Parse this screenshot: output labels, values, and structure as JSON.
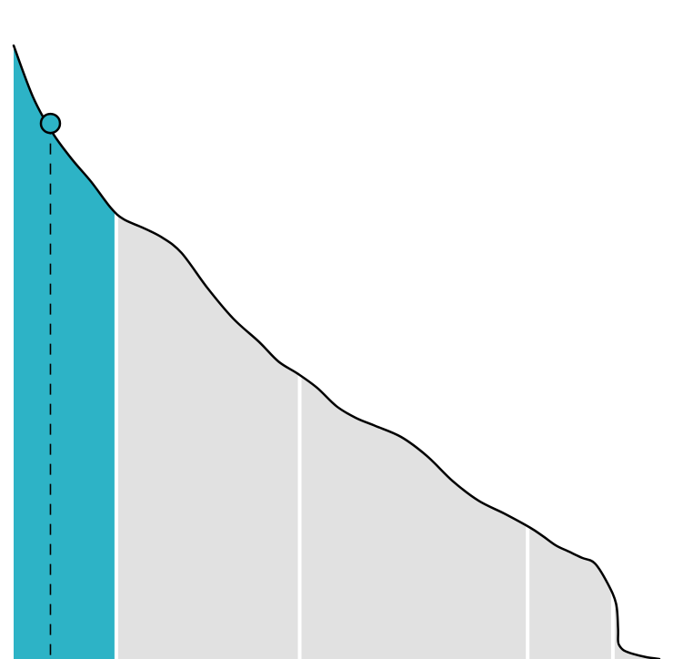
{
  "colors": {
    "background": "#ffffff",
    "highlight_fill": "#2db3c6",
    "area_fill": "#e1e1e1",
    "curve_stroke": "#000000",
    "separator": "#ffffff",
    "marker_fill": "#2db3c6",
    "marker_stroke": "#000000",
    "drop_line": "#000000"
  },
  "chart_data": {
    "type": "area",
    "title": "",
    "xlabel": "",
    "ylabel": "",
    "xlim": [
      0,
      100
    ],
    "ylim": [
      0,
      100
    ],
    "grid": false,
    "legend": "none",
    "curve": {
      "x": [
        0,
        3,
        6,
        9,
        12,
        15,
        17,
        20,
        23,
        26,
        30,
        34,
        38,
        41,
        44,
        47,
        50,
        53,
        56,
        60,
        64,
        68,
        72,
        76,
        80,
        82,
        84,
        86,
        88,
        90,
        92,
        93.3,
        93.6,
        93.6,
        93.8,
        94.5,
        96,
        98,
        100
      ],
      "y": [
        100,
        91.6,
        85.8,
        81.5,
        77.8,
        73.6,
        71.7,
        70.3,
        68.7,
        66.2,
        60.5,
        55.5,
        51.7,
        48.5,
        46.5,
        44.2,
        41.2,
        39.3,
        38.0,
        36.2,
        33.1,
        29.0,
        25.8,
        23.7,
        21.4,
        20.0,
        18.5,
        17.5,
        16.5,
        15.6,
        12.3,
        9.0,
        5.0,
        3.0,
        2.2,
        1.4,
        0.8,
        0.3,
        0
      ]
    },
    "highlight": {
      "x_start": 0,
      "x_end": 15.9
    },
    "segments": [
      {
        "x_start": 0,
        "x_end": 15.9
      },
      {
        "x_start": 15.9,
        "x_end": 44.3
      },
      {
        "x_start": 44.3,
        "x_end": 79.6
      },
      {
        "x_start": 79.6,
        "x_end": 92.8
      },
      {
        "x_start": 92.8,
        "x_end": 100
      }
    ],
    "marker": {
      "x": 5.7,
      "y": 87.3
    }
  }
}
